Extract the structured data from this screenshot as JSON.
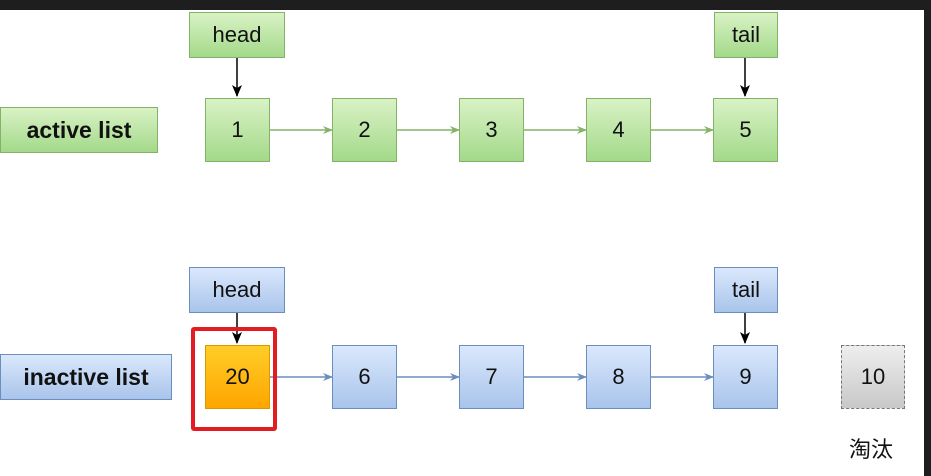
{
  "active": {
    "label": "active list",
    "head": "head",
    "tail": "tail",
    "nodes": [
      "1",
      "2",
      "3",
      "4",
      "5"
    ]
  },
  "inactive": {
    "label": "inactive list",
    "head": "head",
    "tail": "tail",
    "nodes": [
      "20",
      "6",
      "7",
      "8",
      "9"
    ]
  },
  "evicted": {
    "node": "10",
    "caption": "淘汰"
  },
  "colors": {
    "green_fill": "#d5e8d4",
    "green_stroke": "#82b366",
    "blue_fill": "#dae8fc",
    "blue_stroke": "#6c8ebf",
    "orange_fill": "#ffb41f",
    "highlight": "#e31b23",
    "gray_fill": "#e0e0e0"
  }
}
